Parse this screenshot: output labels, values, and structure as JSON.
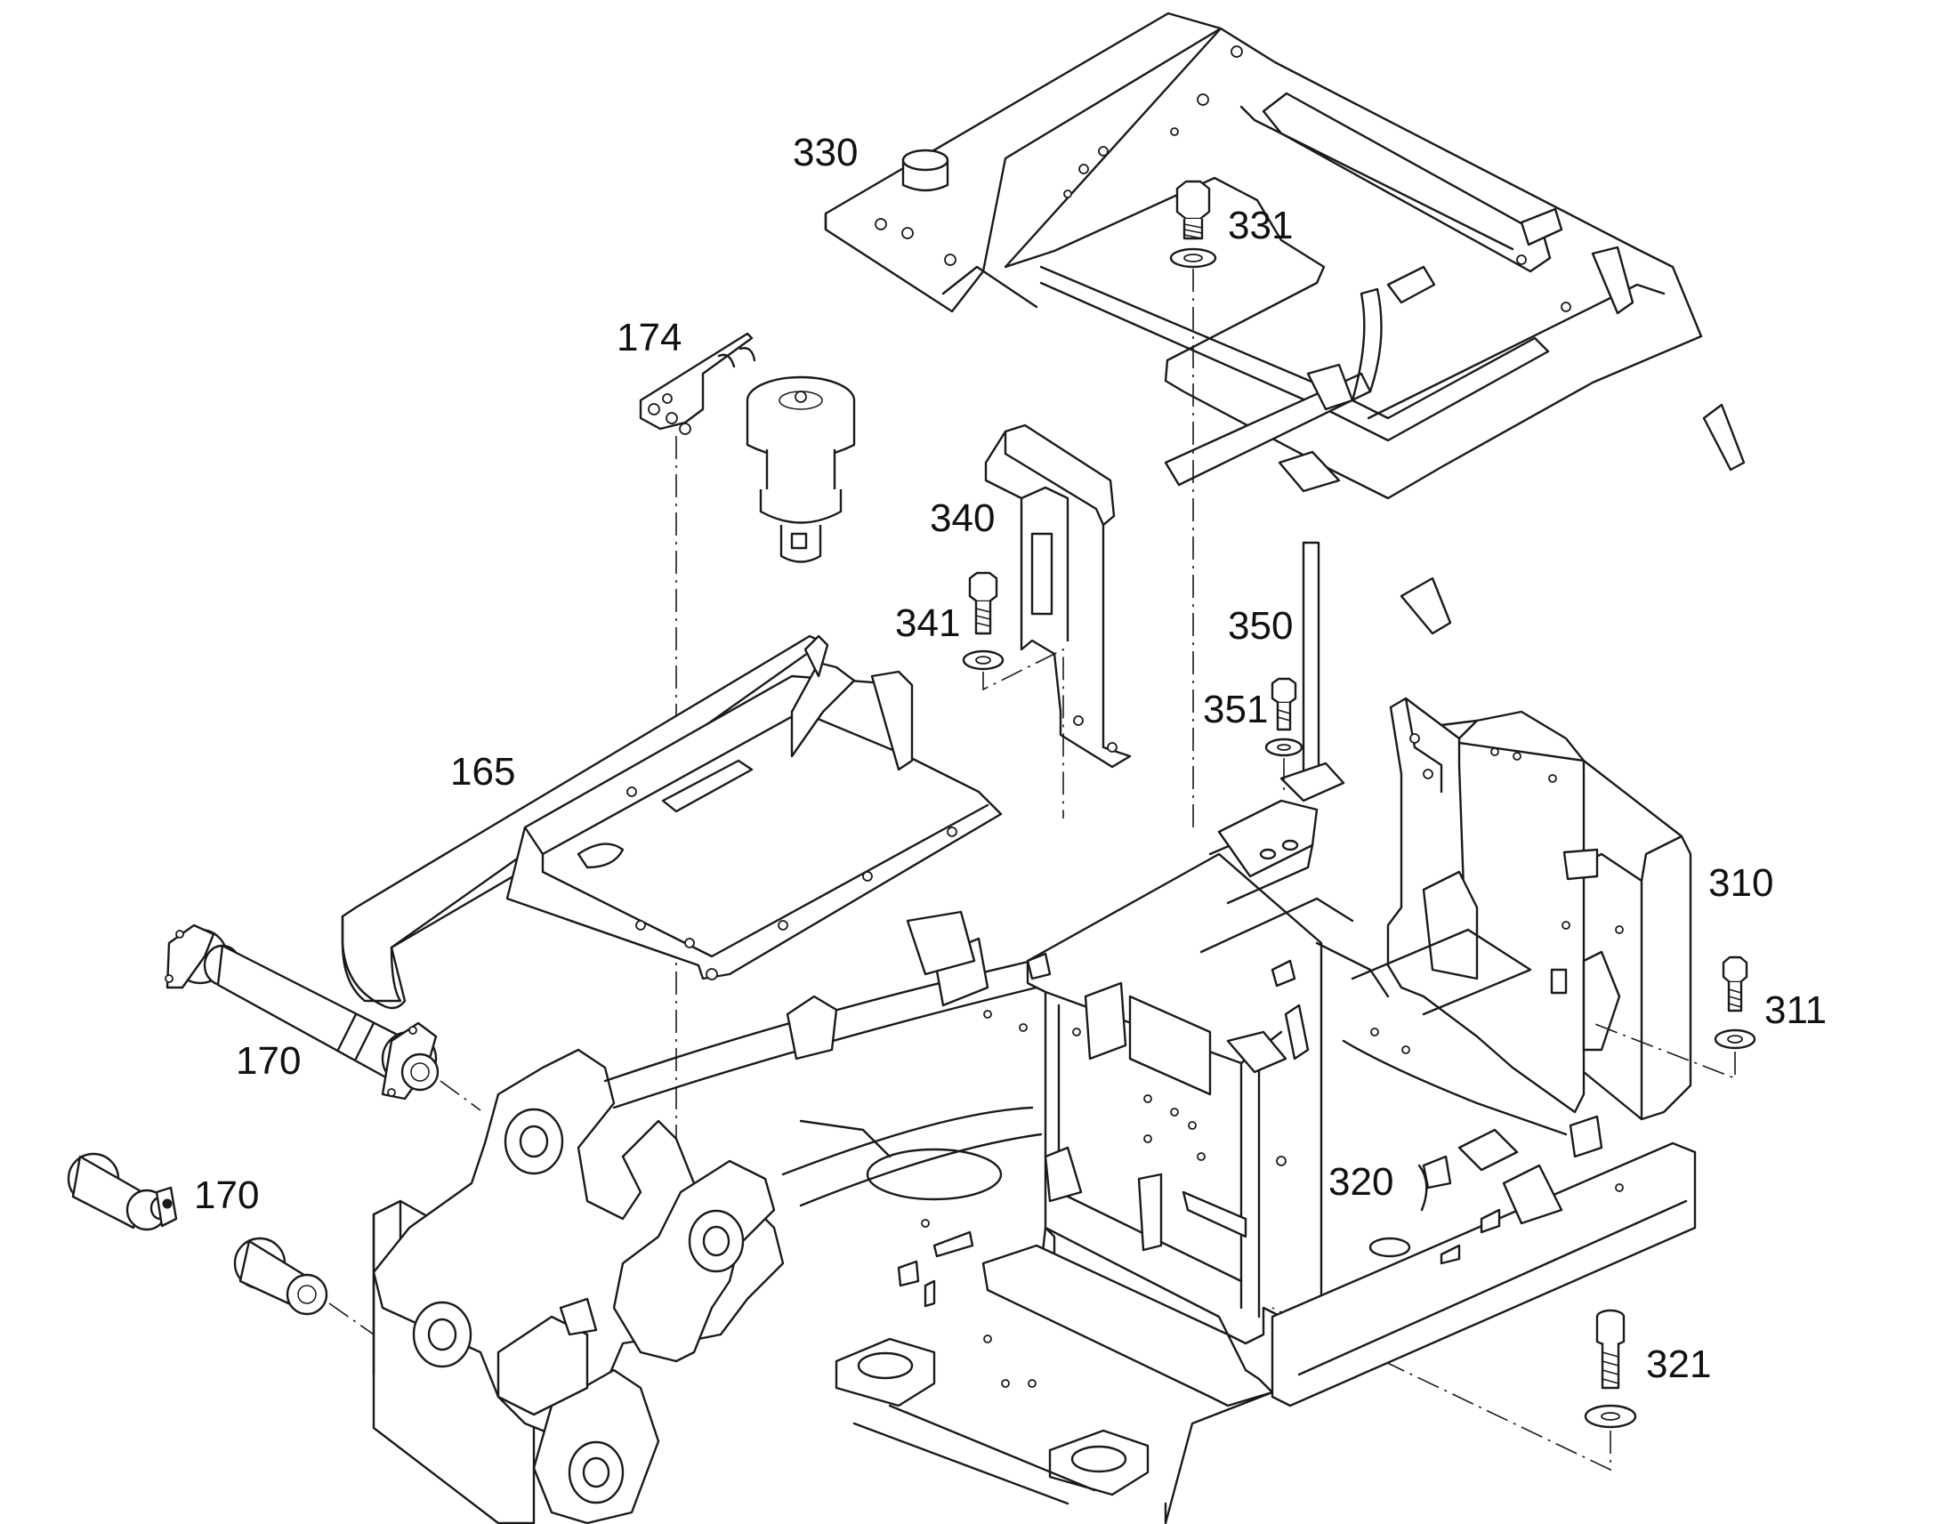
{
  "diagram": {
    "callouts": {
      "c330": "330",
      "c331": "331",
      "c174": "174",
      "c340": "340",
      "c341": "341",
      "c350": "350",
      "c351": "351",
      "c165": "165",
      "c310": "310",
      "c311": "311",
      "c170a": "170",
      "c170b": "170",
      "c320": "320",
      "c321": "321"
    }
  }
}
